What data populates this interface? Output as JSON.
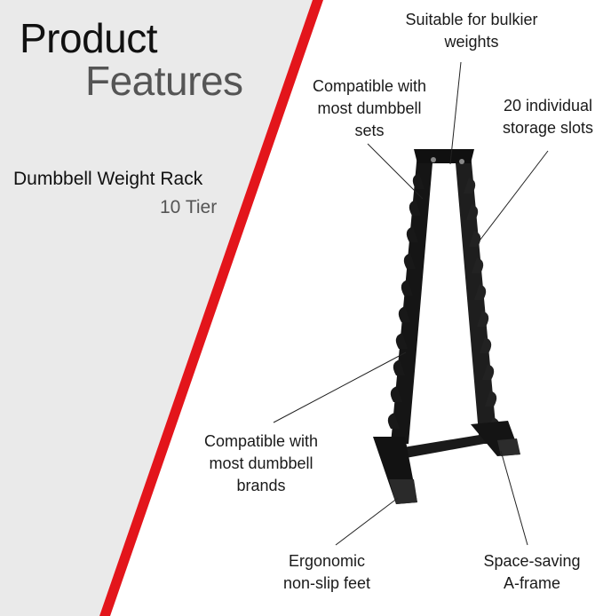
{
  "title": {
    "line1": "Product",
    "line2": "Features"
  },
  "product": {
    "name": "Dumbbell Weight Rack",
    "variant": "10 Tier"
  },
  "colors": {
    "accent_red": "#e3151b",
    "panel_grey": "#eaeaea",
    "text_dark": "#111111",
    "text_grey": "#555555",
    "rack_black": "#141414"
  },
  "callouts": {
    "bulkier": {
      "line1": "Suitable for bulkier",
      "line2": "weights"
    },
    "sets": {
      "line1": "Compatible with",
      "line2": "most dumbbell",
      "line3": "sets"
    },
    "slots": {
      "line1": "20 individual",
      "line2": "storage slots"
    },
    "brands": {
      "line1": "Compatible with",
      "line2": "most dumbbell",
      "line3": "brands"
    },
    "feet": {
      "line1": "Ergonomic",
      "line2": "non-slip feet"
    },
    "frame": {
      "line1": "Space-saving",
      "line2": "A-frame"
    }
  }
}
